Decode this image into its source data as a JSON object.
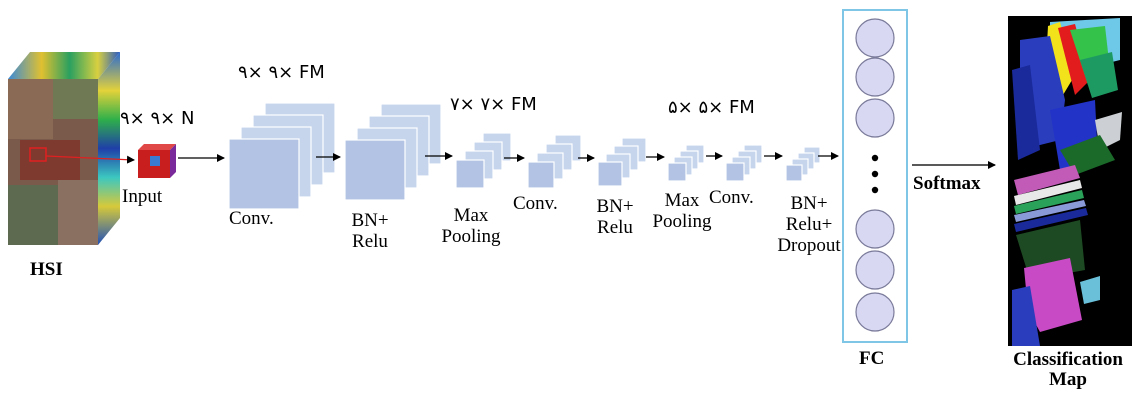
{
  "colors": {
    "feature_map_fill": "#c6d4ec",
    "feature_map_front": "#b2c3e4",
    "fc_border": "#7fc6e6",
    "fc_node": "#d8d8f2",
    "fc_node_stroke": "#7a7a9a",
    "arrow": "#000000",
    "input_cube_red": "#cc1f1f",
    "softmax_arrow": "#222222"
  },
  "hsi": {
    "label": "HSI"
  },
  "input": {
    "label": "Input",
    "dims": "۹× ۹× N"
  },
  "stages": [
    {
      "id": "conv1",
      "label": "Conv.",
      "dims": "۹× ۹× FM"
    },
    {
      "id": "bnrelu1",
      "label_lines": [
        "BN+",
        "Relu"
      ]
    },
    {
      "id": "maxpool1",
      "label_lines": [
        "Max",
        "Pooling"
      ],
      "dims": "۷× ۷× FM"
    },
    {
      "id": "conv2",
      "label": "Conv."
    },
    {
      "id": "bnrelu2",
      "label_lines": [
        "BN+",
        "Relu"
      ]
    },
    {
      "id": "maxpool2",
      "label_lines": [
        "Max",
        "Pooling"
      ],
      "dims": "۵× ۵× FM"
    },
    {
      "id": "conv3",
      "label": "Conv."
    },
    {
      "id": "bnrelu_dropout",
      "label_lines": [
        "BN+",
        "Relu+",
        "Dropout"
      ]
    }
  ],
  "fc": {
    "label": "FC",
    "ellipsis": "⋮"
  },
  "softmax": {
    "label": "Softmax"
  },
  "output": {
    "label_lines": [
      "Classification",
      "Map"
    ]
  }
}
